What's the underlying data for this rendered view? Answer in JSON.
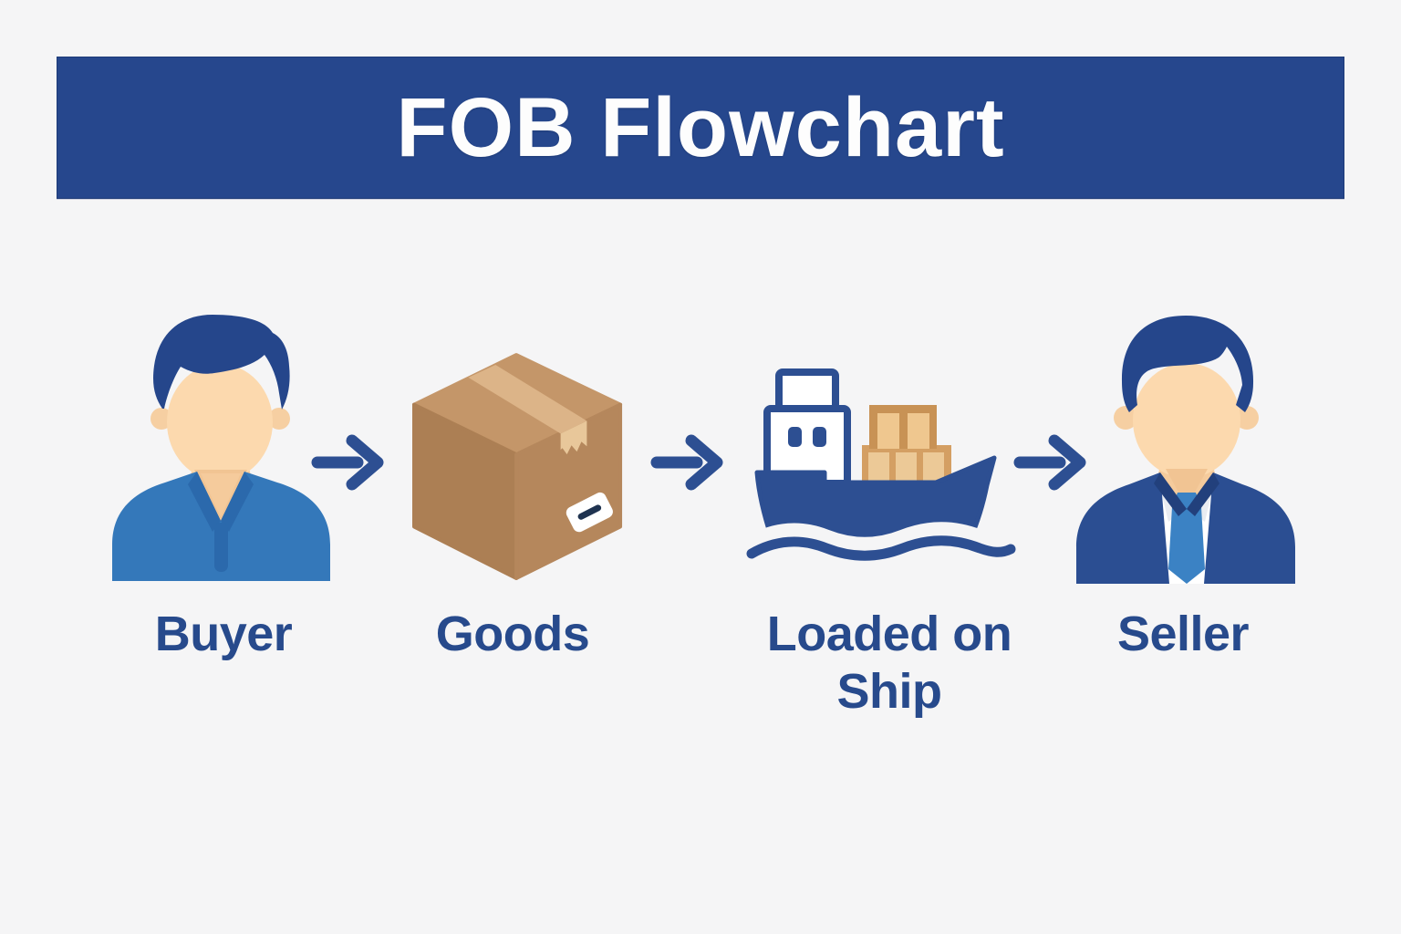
{
  "title": {
    "text": "FOB Flowchart"
  },
  "steps": [
    {
      "label": "Buyer",
      "icon": "buyer-person-icon"
    },
    {
      "label": "Goods",
      "icon": "package-box-icon"
    },
    {
      "label": "Loaded on Ship",
      "icon": "cargo-ship-icon"
    },
    {
      "label": "Seller",
      "icon": "seller-businessman-icon"
    }
  ],
  "connectors": [
    {
      "icon": "arrow-right-icon"
    },
    {
      "icon": "arrow-right-icon"
    },
    {
      "icon": "arrow-right-icon"
    }
  ],
  "colors": {
    "background": "#f5f5f6",
    "banner": "#26478d",
    "title_text": "#fdfdfd",
    "label_text": "#274a8c",
    "arrow_navy": "#2d4f92",
    "hair_navy": "#25468b",
    "skin": "#fcd9ae",
    "buyer_shirt_blue": "#3478ba",
    "seller_suit_navy": "#2b4e92",
    "seller_tie_blue": "#3b82c4",
    "box_brown": "#ac7f54",
    "box_tape_tan": "#dcb488",
    "cargo_tan": "#c89255"
  }
}
